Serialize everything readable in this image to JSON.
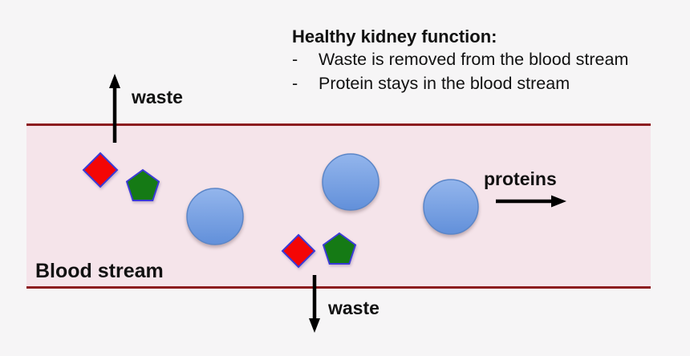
{
  "title": {
    "heading": "Healthy kidney function:",
    "bullet_marker": "-",
    "bullets": [
      "Waste is removed from the blood stream",
      "Protein stays in the blood stream"
    ]
  },
  "labels": {
    "blood_stream": "Blood stream",
    "waste_top": "waste",
    "waste_bottom": "waste",
    "proteins": "proteins"
  },
  "colors": {
    "page_background": "#f6f5f6",
    "vessel_fill": "#f5e4ea",
    "vessel_line": "#8c1c1f",
    "waste_diamond_fill": "#f40606",
    "waste_pentagon_fill": "#157a15",
    "shape_outline_blue": "#3a3ad6",
    "protein_gradient_top": "#93b5ec",
    "protein_gradient_bottom": "#6290da",
    "protein_outline": "#5b86c8",
    "arrow_color": "#000000",
    "text_color": "#111111"
  },
  "shapes": {
    "waste_diamond_count": "2",
    "waste_pentagon_count": "2",
    "protein_circle_count": "3"
  }
}
